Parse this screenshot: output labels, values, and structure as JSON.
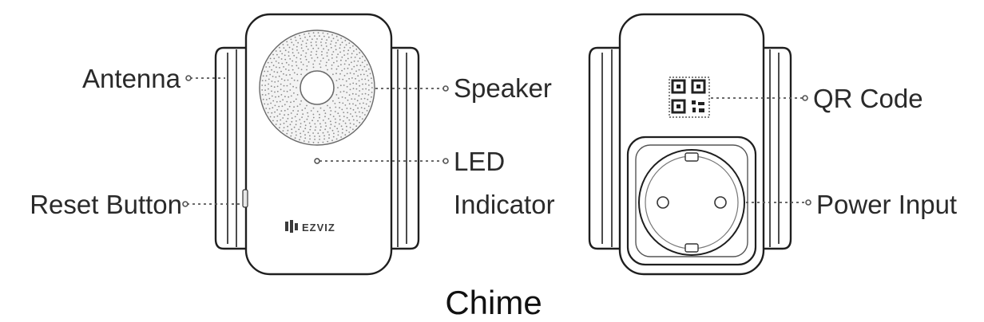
{
  "diagram": {
    "title": "Chime",
    "logo_text": "EZVIZ",
    "labels": {
      "antenna": "Antenna",
      "reset_button": "Reset Button",
      "speaker": "Speaker",
      "led_line1": "LED",
      "led_line2": "Indicator",
      "qr_code": "QR Code",
      "power_input": "Power Input"
    }
  },
  "icons": [
    "speaker-grille-icon",
    "qr-code-icon",
    "power-socket-icon",
    "ezviz-logo-icon"
  ]
}
